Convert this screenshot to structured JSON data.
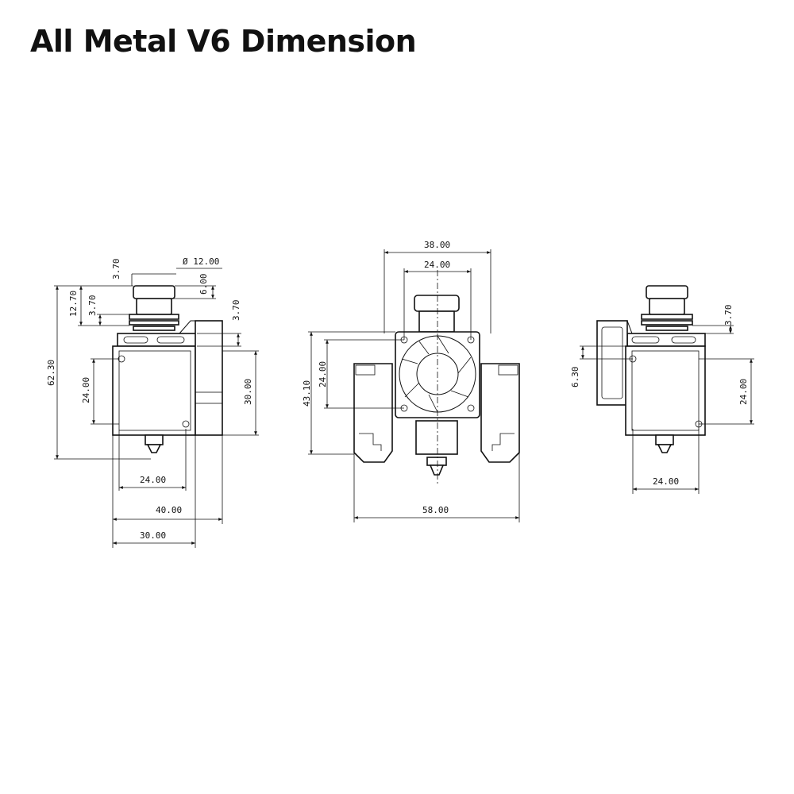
{
  "title": "All Metal V6 Dimension",
  "views": {
    "left": {
      "dims": {
        "d1": "3.70",
        "d2": "Ø 12.00",
        "d3": "6.00",
        "d4": "12.70",
        "d5": "3.70",
        "d6": "3.70",
        "d7": "62.30",
        "d8": "24.00",
        "d9": "30.00",
        "d10": "24.00",
        "d11": "40.00",
        "d12": "30.00"
      }
    },
    "front": {
      "dims": {
        "d1": "38.00",
        "d2": "24.00",
        "d3": "43.10",
        "d4": "24.00",
        "d5": "58.00"
      }
    },
    "right": {
      "dims": {
        "d1": "3.70",
        "d2": "6.30",
        "d3": "24.00",
        "d4": "24.00"
      }
    }
  }
}
